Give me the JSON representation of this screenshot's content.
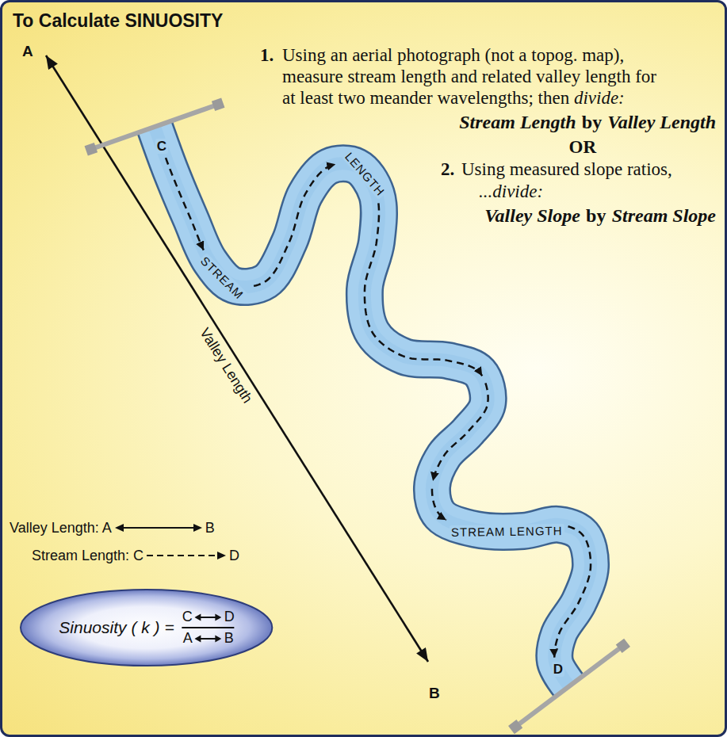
{
  "diagram": {
    "title": "To Calculate SINUOSITY",
    "nodes": [
      {
        "text": [
          "Sinuosity ( k ) =",
          "C",
          "D",
          "A",
          "B"
        ]
      }
    ],
    "labels": [
      "1.",
      "Using an aerial photograph (not a topog. map), measure stream length and related valley length for at least two meander wavelengths; then",
      "divide:",
      "Stream Length",
      "by",
      "Valley Length",
      "OR",
      "2.",
      "Using measured slope ratios,",
      "...divide:",
      "Valley Slope",
      "by",
      "Stream Slope",
      "C",
      "LENGTH",
      "STREAM",
      "A",
      "Valley Length",
      "STREAM LENGTH",
      "D",
      "B",
      "Valley Length: A",
      "B",
      "Stream Length: C",
      "D"
    ]
  }
}
